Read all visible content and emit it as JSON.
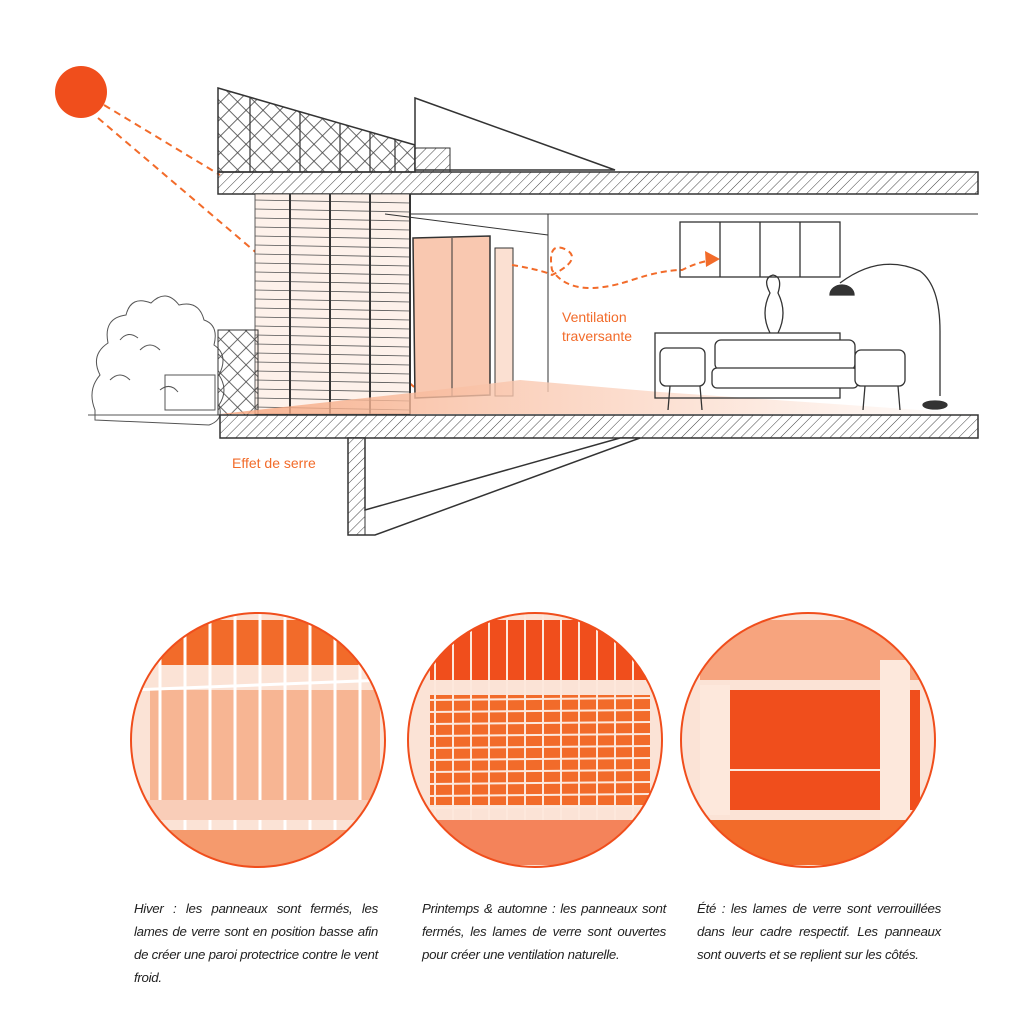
{
  "colors": {
    "accent": "#f26b2a",
    "sun": "#f04e1c",
    "ink": "#333333",
    "tint": "#fbd9c6"
  },
  "section": {
    "labels": {
      "cross_ventilation": [
        "Ventilation",
        "traversante"
      ],
      "greenhouse_effect": "Effet de serre"
    }
  },
  "seasons": [
    {
      "caption": "Hiver : les panneaux sont fermés, les lames de verre  sont en position basse afin de créer une paroi protectrice contre le vent froid."
    },
    {
      "caption": "Printemps & automne : les panneaux sont fermés, les lames de verre sont ouvertes pour créer une ventilation naturelle."
    },
    {
      "caption": "Été : les lames de verre sont verrouillées dans leur cadre respectif. Les panneaux sont ouverts et se replient sur les côtés."
    }
  ]
}
